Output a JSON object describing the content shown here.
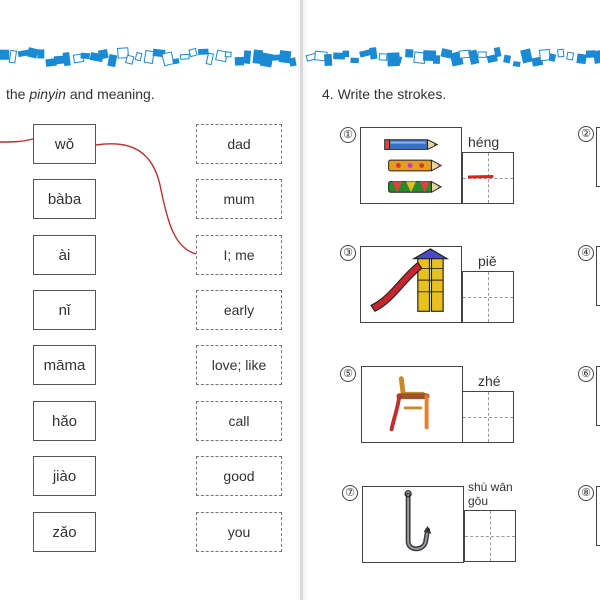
{
  "colors": {
    "border_blue": "#1a8ad4",
    "match_line": "#b5312f",
    "stroke_red": "#e02020"
  },
  "left": {
    "instruction_prefix": "the",
    "instruction_italic": "pinyin",
    "instruction_suffix": "and meaning.",
    "pinyin": [
      "wǒ",
      "bàba",
      "ài",
      "nǐ",
      "māma",
      "hǎo",
      "jiào",
      "zǎo"
    ],
    "meanings": [
      "dad",
      "mum",
      "I; me",
      "early",
      "love; like",
      "call",
      "good",
      "you"
    ]
  },
  "right": {
    "instruction": "4. Write the strokes.",
    "items": [
      {
        "num": "①",
        "stroke": "héng",
        "picture": "pencils-icon"
      },
      {
        "num": "③",
        "stroke": "piě",
        "picture": "slide-icon"
      },
      {
        "num": "⑤",
        "stroke": "zhé",
        "picture": "chair-icon"
      },
      {
        "num": "⑦",
        "stroke": "shù wān gōu",
        "picture": "hook-icon"
      }
    ],
    "side_nums": [
      "②",
      "④",
      "⑥",
      "⑧"
    ]
  }
}
